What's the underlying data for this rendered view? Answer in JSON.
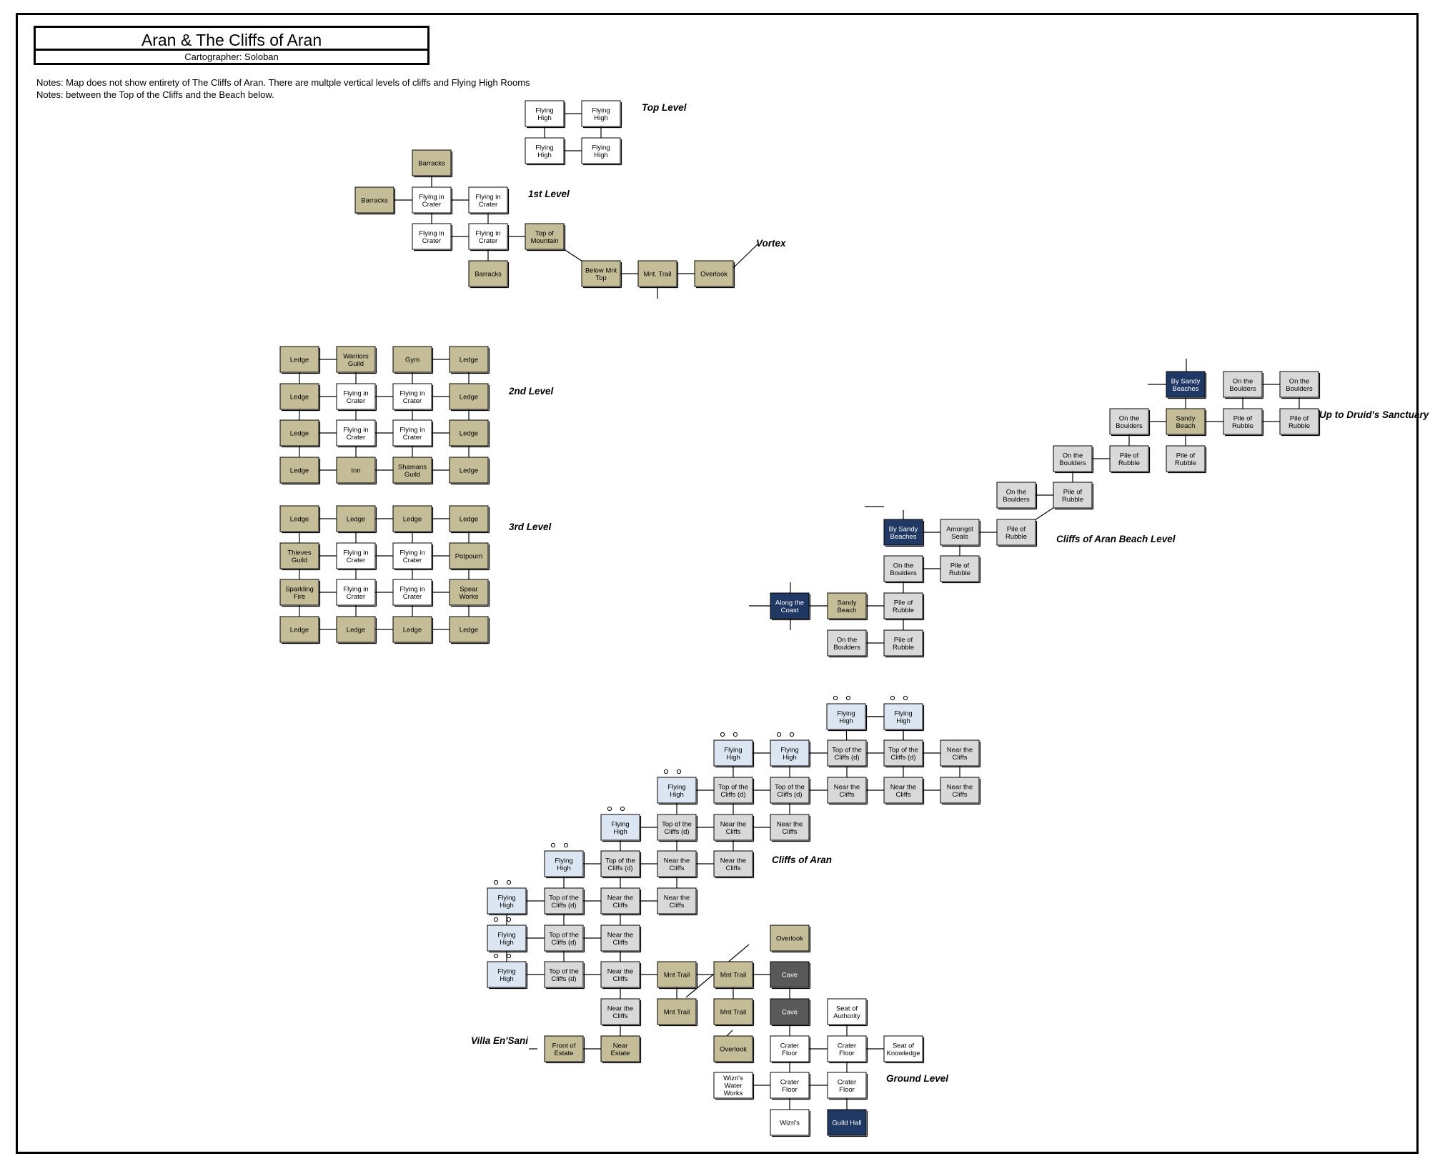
{
  "map": {
    "title": "Aran & The Cliffs of Aran",
    "cartographer": "Cartographer: Soloban",
    "notes": [
      "Notes: Map does not show entirety of The Cliffs of Aran. There are multple vertical levels of cliffs and Flying High Rooms",
      "Notes: between the Top of the Cliffs and the Beach below."
    ]
  },
  "legend_colors": {
    "tan": "#c4bd97",
    "white": "#ffffff",
    "light-gray": "#d9d9d9",
    "light-blue": "#dce6f2",
    "navy": "#1f3864",
    "dark-gray": "#595959"
  },
  "labels": [
    {
      "id": "lbl-top",
      "text": "Top Level"
    },
    {
      "id": "lbl-1st",
      "text": "1st Level"
    },
    {
      "id": "lbl-vortex",
      "text": "Vortex"
    },
    {
      "id": "lbl-2nd",
      "text": "2nd Level"
    },
    {
      "id": "lbl-3rd",
      "text": "3rd Level"
    },
    {
      "id": "lbl-druid",
      "text": "Up to Druid's Sanctuary"
    },
    {
      "id": "lbl-beach",
      "text": "Cliffs of Aran Beach Level"
    },
    {
      "id": "lbl-cliffs",
      "text": "Cliffs of Aran"
    },
    {
      "id": "lbl-villa",
      "text": "Villa En'Sani"
    },
    {
      "id": "lbl-ground",
      "text": "Ground Level"
    }
  ],
  "rooms": [
    {
      "id": "t1",
      "name": "Flying High",
      "color": "white"
    },
    {
      "id": "t2",
      "name": "Flying High",
      "color": "white"
    },
    {
      "id": "t3",
      "name": "Flying High",
      "color": "white"
    },
    {
      "id": "t4",
      "name": "Flying High",
      "color": "white"
    },
    {
      "id": "l1-barracks-top",
      "name": "Barracks",
      "color": "tan"
    },
    {
      "id": "l1-barracks-left",
      "name": "Barracks",
      "color": "tan"
    },
    {
      "id": "l1-fic1",
      "name": "Flying in Crater",
      "color": "white"
    },
    {
      "id": "l1-fic2",
      "name": "Flying in Crater",
      "color": "white"
    },
    {
      "id": "l1-fic3",
      "name": "Flying in Crater",
      "color": "white"
    },
    {
      "id": "l1-fic4",
      "name": "Flying in Crater",
      "color": "white"
    },
    {
      "id": "l1-top-mtn",
      "name": "Top of Mountain",
      "color": "tan"
    },
    {
      "id": "l1-barracks-bot",
      "name": "Barracks",
      "color": "tan"
    },
    {
      "id": "l1-below-mnt",
      "name": "Below Mnt Top",
      "color": "tan"
    },
    {
      "id": "l1-mnt-trail",
      "name": "Mnt. Trail",
      "color": "tan"
    },
    {
      "id": "l1-overlook",
      "name": "Overlook",
      "color": "tan"
    },
    {
      "id": "l2-r1c1",
      "name": "Ledge",
      "color": "tan"
    },
    {
      "id": "l2-r1c2",
      "name": "Warriors Guild",
      "color": "tan"
    },
    {
      "id": "l2-r1c3",
      "name": "Gym",
      "color": "tan"
    },
    {
      "id": "l2-r1c4",
      "name": "Ledge",
      "color": "tan"
    },
    {
      "id": "l2-r2c1",
      "name": "Ledge",
      "color": "tan"
    },
    {
      "id": "l2-r2c2",
      "name": "Flying in Crater",
      "color": "white"
    },
    {
      "id": "l2-r2c3",
      "name": "Flying in Crater",
      "color": "white"
    },
    {
      "id": "l2-r2c4",
      "name": "Ledge",
      "color": "tan"
    },
    {
      "id": "l2-r3c1",
      "name": "Ledge",
      "color": "tan"
    },
    {
      "id": "l2-r3c2",
      "name": "Flying in Crater",
      "color": "white"
    },
    {
      "id": "l2-r3c3",
      "name": "Flying in Crater",
      "color": "white"
    },
    {
      "id": "l2-r3c4",
      "name": "Ledge",
      "color": "tan"
    },
    {
      "id": "l2-r4c1",
      "name": "Ledge",
      "color": "tan"
    },
    {
      "id": "l2-r4c2",
      "name": "Inn",
      "color": "tan"
    },
    {
      "id": "l2-r4c3",
      "name": "Shamans Guild",
      "color": "tan"
    },
    {
      "id": "l2-r4c4",
      "name": "Ledge",
      "color": "tan"
    },
    {
      "id": "l3-r1c1",
      "name": "Ledge",
      "color": "tan"
    },
    {
      "id": "l3-r1c2",
      "name": "Ledge",
      "color": "tan"
    },
    {
      "id": "l3-r1c3",
      "name": "Ledge",
      "color": "tan"
    },
    {
      "id": "l3-r1c4",
      "name": "Ledge",
      "color": "tan"
    },
    {
      "id": "l3-r2c1",
      "name": "Thieves Guild",
      "color": "tan"
    },
    {
      "id": "l3-r2c2",
      "name": "Flying in Crater",
      "color": "white"
    },
    {
      "id": "l3-r2c3",
      "name": "Flying in Crater",
      "color": "white"
    },
    {
      "id": "l3-r2c4",
      "name": "Potpourri",
      "color": "tan"
    },
    {
      "id": "l3-r3c1",
      "name": "Sparkling Fire",
      "color": "tan"
    },
    {
      "id": "l3-r3c2",
      "name": "Flying in Crater",
      "color": "white"
    },
    {
      "id": "l3-r3c3",
      "name": "Flying in Crater",
      "color": "white"
    },
    {
      "id": "l3-r3c4",
      "name": "Spear Works",
      "color": "tan"
    },
    {
      "id": "l3-r4c1",
      "name": "Ledge",
      "color": "tan"
    },
    {
      "id": "l3-r4c2",
      "name": "Ledge",
      "color": "tan"
    },
    {
      "id": "l3-r4c3",
      "name": "Ledge",
      "color": "tan"
    },
    {
      "id": "l3-r4c4",
      "name": "Ledge",
      "color": "tan"
    },
    {
      "id": "b-bsb-top",
      "name": "By Sandy Beaches",
      "color": "navy"
    },
    {
      "id": "b-otb1",
      "name": "On the Boulders",
      "color": "light-gray"
    },
    {
      "id": "b-otb2",
      "name": "On the Boulders",
      "color": "light-gray"
    },
    {
      "id": "b-otb3",
      "name": "On the Boulders",
      "color": "light-gray"
    },
    {
      "id": "b-sandy1",
      "name": "Sandy Beach",
      "color": "tan"
    },
    {
      "id": "b-por1",
      "name": "Pile of Rubble",
      "color": "light-gray"
    },
    {
      "id": "b-por2",
      "name": "Pile of Rubble",
      "color": "light-gray"
    },
    {
      "id": "b-otb4",
      "name": "On the Boulders",
      "color": "light-gray"
    },
    {
      "id": "b-por3",
      "name": "Pile of Rubble",
      "color": "light-gray"
    },
    {
      "id": "b-por4",
      "name": "Pile of Rubble",
      "color": "light-gray"
    },
    {
      "id": "b-otb5",
      "name": "On the Boulders",
      "color": "light-gray"
    },
    {
      "id": "b-por5",
      "name": "Pile of Rubble",
      "color": "light-gray"
    },
    {
      "id": "b-bsb2",
      "name": "By Sandy Beaches",
      "color": "navy"
    },
    {
      "id": "b-seals",
      "name": "Amongst Seals",
      "color": "light-gray"
    },
    {
      "id": "b-por6",
      "name": "Pile of Rubble",
      "color": "light-gray"
    },
    {
      "id": "b-otb6",
      "name": "On the Boulders",
      "color": "light-gray"
    },
    {
      "id": "b-por7",
      "name": "Pile of Rubble",
      "color": "light-gray"
    },
    {
      "id": "b-coast",
      "name": "Along the Coast",
      "color": "navy"
    },
    {
      "id": "b-sandy2",
      "name": "Sandy Beach",
      "color": "tan"
    },
    {
      "id": "b-por8",
      "name": "Pile of Rubble",
      "color": "light-gray"
    },
    {
      "id": "b-otb7",
      "name": "On the Boulders",
      "color": "light-gray"
    },
    {
      "id": "b-por9",
      "name": "Pile of Rubble",
      "color": "light-gray"
    },
    {
      "id": "c-r1c1",
      "name": "Flying High",
      "color": "light-blue"
    },
    {
      "id": "c-r1c2",
      "name": "Flying High",
      "color": "light-blue"
    },
    {
      "id": "c-r2c1",
      "name": "Flying High",
      "color": "light-blue"
    },
    {
      "id": "c-r2c2",
      "name": "Flying High",
      "color": "light-blue"
    },
    {
      "id": "c-r2c3",
      "name": "Top of the Cliffs (d)",
      "color": "light-gray"
    },
    {
      "id": "c-r2c4",
      "name": "Top of the Cliffs (d)",
      "color": "light-gray"
    },
    {
      "id": "c-r2c5",
      "name": "Near the Cliffs",
      "color": "light-gray"
    },
    {
      "id": "c-r3c1",
      "name": "Flying High",
      "color": "light-blue"
    },
    {
      "id": "c-r3c2",
      "name": "Top of the Cliffs (d)",
      "color": "light-gray"
    },
    {
      "id": "c-r3c3",
      "name": "Top of the Cliffs (d)",
      "color": "light-gray"
    },
    {
      "id": "c-r3c4",
      "name": "Near the Cliffs",
      "color": "light-gray"
    },
    {
      "id": "c-r3c5",
      "name": "Near the Cliffs",
      "color": "light-gray"
    },
    {
      "id": "c-r3c6",
      "name": "Near the Cliffs",
      "color": "light-gray"
    },
    {
      "id": "c-r4c1",
      "name": "Flying High",
      "color": "light-blue"
    },
    {
      "id": "c-r4c2",
      "name": "Top of the Cliffs (d)",
      "color": "light-gray"
    },
    {
      "id": "c-r4c3",
      "name": "Near the Cliffs",
      "color": "light-gray"
    },
    {
      "id": "c-r4c4",
      "name": "Near the Cliffs",
      "color": "light-gray"
    },
    {
      "id": "c-r5c1",
      "name": "Flying High",
      "color": "light-blue"
    },
    {
      "id": "c-r5c2",
      "name": "Top of the Cliffs (d)",
      "color": "light-gray"
    },
    {
      "id": "c-r5c3",
      "name": "Near the Cliffs",
      "color": "light-gray"
    },
    {
      "id": "c-r5c4",
      "name": "Near the Cliffs",
      "color": "light-gray"
    },
    {
      "id": "c-r6c1",
      "name": "Flying High",
      "color": "light-blue"
    },
    {
      "id": "c-r6c2",
      "name": "Top of the Cliffs (d)",
      "color": "light-gray"
    },
    {
      "id": "c-r6c3",
      "name": "Near the Cliffs",
      "color": "light-gray"
    },
    {
      "id": "c-r6c4",
      "name": "Near the Cliffs",
      "color": "light-gray"
    },
    {
      "id": "c-r7c1",
      "name": "Flying High",
      "color": "light-blue"
    },
    {
      "id": "c-r7c2",
      "name": "Top of the Cliffs (d)",
      "color": "light-gray"
    },
    {
      "id": "c-r7c3",
      "name": "Near the Cliffs",
      "color": "light-gray"
    },
    {
      "id": "c-r8c1",
      "name": "Flying High",
      "color": "light-blue"
    },
    {
      "id": "c-r8c2",
      "name": "Top of the Cliffs (d)",
      "color": "light-gray"
    },
    {
      "id": "c-r8c3",
      "name": "Near the Cliffs",
      "color": "light-gray"
    },
    {
      "id": "g-overlook1",
      "name": "Overlook",
      "color": "tan"
    },
    {
      "id": "g-mnt1",
      "name": "Mnt Trail",
      "color": "tan"
    },
    {
      "id": "g-mnt2",
      "name": "Mnt Trail",
      "color": "tan"
    },
    {
      "id": "g-cave1",
      "name": "Cave",
      "color": "dark-gray"
    },
    {
      "id": "g-near",
      "name": "Near the Cliffs",
      "color": "light-gray"
    },
    {
      "id": "g-mnt3",
      "name": "Mnt Trail",
      "color": "tan"
    },
    {
      "id": "g-mnt4",
      "name": "Mnt Trail",
      "color": "tan"
    },
    {
      "id": "g-cave2",
      "name": "Cave",
      "color": "dark-gray"
    },
    {
      "id": "g-seat-auth",
      "name": "Seat of Authority",
      "color": "white"
    },
    {
      "id": "g-front",
      "name": "Front of Estate",
      "color": "tan"
    },
    {
      "id": "g-near-estate",
      "name": "Near Estate",
      "color": "tan"
    },
    {
      "id": "g-overlook2",
      "name": "Overlook",
      "color": "tan"
    },
    {
      "id": "g-crater1",
      "name": "Crater Floor",
      "color": "white"
    },
    {
      "id": "g-crater2",
      "name": "Crater Floor",
      "color": "white"
    },
    {
      "id": "g-seat-know",
      "name": "Seat of Knowledge",
      "color": "white"
    },
    {
      "id": "g-water",
      "name": "Wizri's Water Works",
      "color": "white"
    },
    {
      "id": "g-crater3",
      "name": "Crater Floor",
      "color": "white"
    },
    {
      "id": "g-crater4",
      "name": "Crater Floor",
      "color": "white"
    },
    {
      "id": "g-wizris",
      "name": "Wizri's",
      "color": "white"
    },
    {
      "id": "g-guild",
      "name": "Guild Hall",
      "color": "navy"
    }
  ]
}
